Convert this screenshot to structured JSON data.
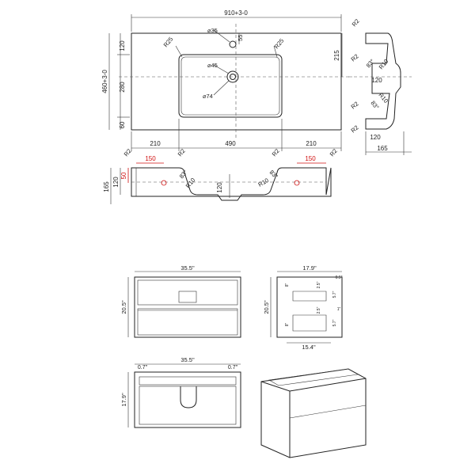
{
  "colors": {
    "line": "#222222",
    "accent": "#d01010",
    "background": "#ffffff"
  },
  "sink_top": {
    "width": "910+3-0",
    "depth": "460+3-0",
    "back_margin": "120",
    "bowl_depth": "280",
    "front_margin": "60",
    "hole_offset": "55",
    "tap_hole": "⌀35",
    "drain": "⌀45",
    "drain_ring": "⌀74",
    "radius_left": "R25",
    "radius_right": "R25",
    "left_margin": "210",
    "bowl_width": "490",
    "right_margin": "210",
    "bowl_outline": "215"
  },
  "sink_front": {
    "r_outer_left": "R2",
    "r_inner_left": "R2",
    "r_inner_right": "R2",
    "r_outer_right": "R2",
    "dim_left_red": "150",
    "dim_right_red": "150",
    "dim_side_red": "50",
    "height_total": "165",
    "height_inner": "120",
    "bowl_depth": "120",
    "angle_left": "83°",
    "angle_right": "83°",
    "r10_left": "R10",
    "r10_right": "R10"
  },
  "sink_side": {
    "r2_top": "R2",
    "r2_mid": "R2",
    "angle_top": "83°",
    "r10_top": "R10",
    "depth_120_top": "120",
    "r10_low": "R10",
    "r2_low": "R2",
    "angle_low": "83°",
    "r2_bottom": "R2",
    "depth_120_bottom": "120",
    "depth_total": "165"
  },
  "cabinet_front": {
    "width": "35.5\"",
    "height": "20.5\""
  },
  "cabinet_side": {
    "depth": "17.9\"",
    "height": "20.5\"",
    "inner_depth": "15.4\"",
    "dim_a": "8\"",
    "dim_b": "2.5\"",
    "dim_c": "5.7\"",
    "dim_d": "2.5\"",
    "dim_e": "8\"",
    "dim_f": "5.7\"",
    "dim_g": "0.5\"",
    "dim_h": "1\""
  },
  "cabinet_top": {
    "width": "35.5\"",
    "depth": "17.9\"",
    "left_inset": "0.7\"",
    "right_inset": "0.7\""
  }
}
